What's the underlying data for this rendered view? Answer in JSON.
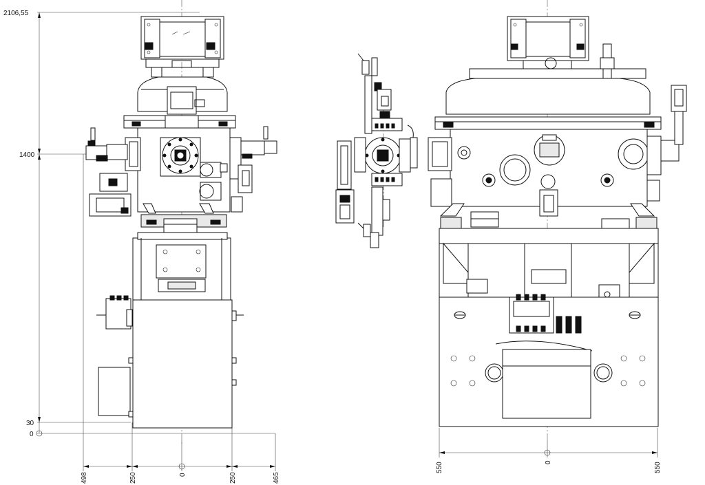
{
  "dimensions": {
    "vertical": {
      "top": "2106,55",
      "mid": "1400",
      "low": "30",
      "zero": "0"
    },
    "front_horizontal": {
      "left_outer": "498",
      "left_inner": "250",
      "center": "0",
      "right_inner": "250",
      "right_outer": "465"
    },
    "side_horizontal": {
      "left": "550",
      "center": "0",
      "right": "550"
    }
  }
}
